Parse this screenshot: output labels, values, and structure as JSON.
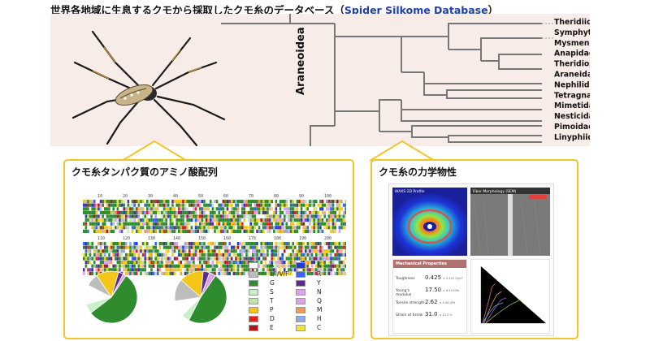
{
  "title": {
    "main": "世界各地域に生息するクモから採取したクモ糸のデータベース（",
    "highlight": "Spider Silkome Database",
    "close": "）"
  },
  "phylogeny": {
    "clade_label": "Araneoidea",
    "families": [
      "Theridiidae",
      "Symphytognathidae",
      "Mysmenidae",
      "Anapidae",
      "Theridiosomatidae",
      "Araneidae",
      "Nephilidae",
      "Tetragnathidae",
      "Mimetidae",
      "Nesticidae",
      "Pimoidae",
      "Linyphiidae"
    ]
  },
  "sequence_panel": {
    "title": "クモ糸タンパク質のアミノ酸配列",
    "ruler_top": [
      "10",
      "20",
      "30",
      "40",
      "50",
      "60",
      "70",
      "80",
      "90",
      "100"
    ],
    "ruler_bottom": [
      "110",
      "120",
      "130",
      "140",
      "150",
      "160",
      "170",
      "180",
      "190",
      "200"
    ]
  },
  "legend": {
    "items": [
      {
        "label": "A",
        "color": "#ffffff"
      },
      {
        "label": "L/I/V/F",
        "color": "#bdbdbd"
      },
      {
        "label": "G",
        "color": "#2e8b2e"
      },
      {
        "label": "S",
        "color": "#c8f0c8"
      },
      {
        "label": "T",
        "color": "#bfe6a8"
      },
      {
        "label": "P",
        "color": "#f5c518"
      },
      {
        "label": "D",
        "color": "#e32222"
      },
      {
        "label": "E",
        "color": "#b01818"
      },
      {
        "label": "K",
        "color": "#1f3fcf"
      },
      {
        "label": "R",
        "color": "#3b64ff"
      },
      {
        "label": "Y",
        "color": "#5b2d91"
      },
      {
        "label": "N",
        "color": "#e0a0f0"
      },
      {
        "label": "Q",
        "color": "#d9a3e6"
      },
      {
        "label": "M",
        "color": "#f29a4b"
      },
      {
        "label": "H",
        "color": "#8fa8e8"
      },
      {
        "label": "C",
        "color": "#f2e040"
      }
    ]
  },
  "pies": [
    {
      "G": 55,
      "S": 6,
      "A": 12,
      "L/I/V/F": 8,
      "P": 14,
      "Y": 3,
      "Q": 2
    },
    {
      "G": 48,
      "S": 5,
      "A": 10,
      "L/I/V/F": 14,
      "P": 15,
      "Y": 4,
      "Q": 4
    }
  ],
  "mechanics_panel": {
    "title": "クモ糸の力学物性",
    "waxs_label": "WAXS 2D Profile",
    "sem_label": "Fiber Morphology (SEM)",
    "mp_header": "Mechanical Properties",
    "rows": [
      {
        "key": "Toughness",
        "value": "0.425",
        "unit": "± 0.222 GJ/m³"
      },
      {
        "key": "Young's modulus",
        "value": "17.50",
        "unit": "± 8.43 GPa"
      },
      {
        "key": "Tensile strength",
        "value": "2.62",
        "unit": "± 0.46 GPa"
      },
      {
        "key": "Strain at break",
        "value": "31.0",
        "unit": "± 12.5 %"
      }
    ]
  }
}
